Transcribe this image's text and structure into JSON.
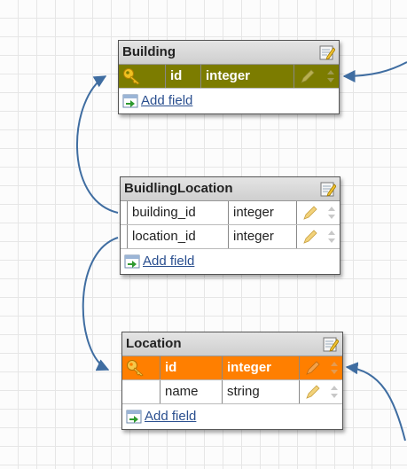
{
  "colors": {
    "pk_building": "#7c7c00",
    "pk_location": "#ff7f00",
    "connector": "#3f6da1",
    "link": "#2a4f8f"
  },
  "tables": {
    "building": {
      "title": "Building",
      "fields": [
        {
          "name": "id",
          "type": "integer",
          "primary_key": true
        }
      ],
      "add_field_label": "Add field"
    },
    "buidling_location": {
      "title": "BuidlingLocation",
      "fields": [
        {
          "name": "building_id",
          "type": "integer",
          "primary_key": false
        },
        {
          "name": "location_id",
          "type": "integer",
          "primary_key": false
        }
      ],
      "add_field_label": "Add field"
    },
    "location": {
      "title": "Location",
      "fields": [
        {
          "name": "id",
          "type": "integer",
          "primary_key": true
        },
        {
          "name": "name",
          "type": "string",
          "primary_key": false
        }
      ],
      "add_field_label": "Add field"
    }
  },
  "icons": {
    "edit": "edit-table-icon",
    "key": "key-icon",
    "pencil": "pencil-icon",
    "sort": "sort-arrows-icon",
    "add": "add-field-icon"
  }
}
